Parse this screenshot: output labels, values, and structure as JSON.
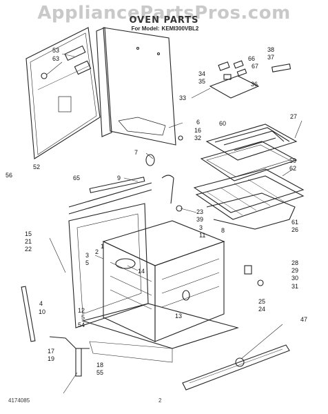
{
  "header": {
    "watermark": "AppliancePartsPros.com",
    "title": "OVEN PARTS",
    "model_label": "For Model:",
    "model_number": "KEMI300VBL2"
  },
  "footer": {
    "doc_number": "4174085",
    "page_number": "2"
  },
  "callouts": [
    "53",
    "63",
    "38",
    "37",
    "66",
    "67",
    "34",
    "35",
    "36",
    "33",
    "6",
    "16",
    "32",
    "27",
    "60",
    "7",
    "59",
    "62",
    "9",
    "65",
    "23",
    "39",
    "3",
    "11",
    "8",
    "15",
    "21",
    "22",
    "1",
    "2",
    "3",
    "5",
    "14",
    "28",
    "29",
    "30",
    "31",
    "25",
    "24",
    "12",
    "5",
    "54",
    "13",
    "47",
    "4",
    "10",
    "17",
    "19",
    "18",
    "55",
    "52",
    "56",
    "61",
    "26"
  ]
}
